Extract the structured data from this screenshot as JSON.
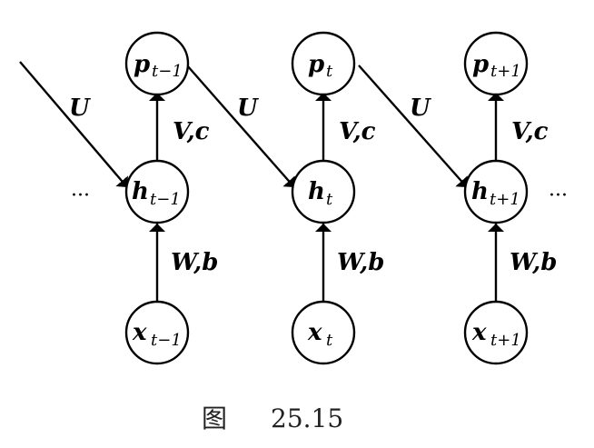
{
  "figure": {
    "caption_prefix": "图",
    "caption_number": "25.15"
  },
  "nodes": {
    "p": [
      {
        "base": "p",
        "sub": "t−1"
      },
      {
        "base": "p",
        "sub": "t"
      },
      {
        "base": "p",
        "sub": "t+1"
      }
    ],
    "h": [
      {
        "base": "h",
        "sub": "t−1"
      },
      {
        "base": "h",
        "sub": "t"
      },
      {
        "base": "h",
        "sub": "t+1"
      }
    ],
    "x": [
      {
        "base": "x",
        "sub": "t−1"
      },
      {
        "base": "x",
        "sub": "t"
      },
      {
        "base": "x",
        "sub": "t+1"
      }
    ]
  },
  "edge_labels": {
    "recurrent": "U",
    "output": "V,c",
    "input": "W,b"
  },
  "ellipsis": "···"
}
